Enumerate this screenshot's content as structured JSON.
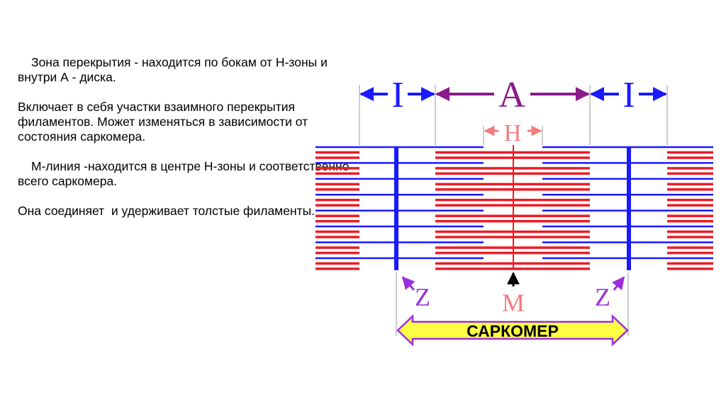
{
  "text": {
    "p1": "Зона перекрытия - находится по бокам от Н-зоны и внутри А - диска.",
    "p2": "Включает в себя участки взаимного перекрытия филаментов. Может изменяться в зависимости от состояния саркомера.",
    "p3": "М-линия -находится в центре Н-зоны и соответственно всего саркомера.",
    "p4": "Она соединяет  и удерживает толстые филаменты."
  },
  "diagram": {
    "label_i_left": "I",
    "label_a": "A",
    "label_i_right": "I",
    "label_h": "H",
    "label_z_left": "Z",
    "label_m": "M",
    "label_z_right": "Z",
    "label_sarcomere": "САРКОМЕР",
    "colors": {
      "thin_filament": "#1a1aff",
      "thick_filament": "#ee1c25",
      "a_band_arrow": "#8b1a8b",
      "h_zone": "#f47c7c",
      "z_label": "#9b30d9",
      "sarcomere_fill": "#ffff44"
    }
  }
}
